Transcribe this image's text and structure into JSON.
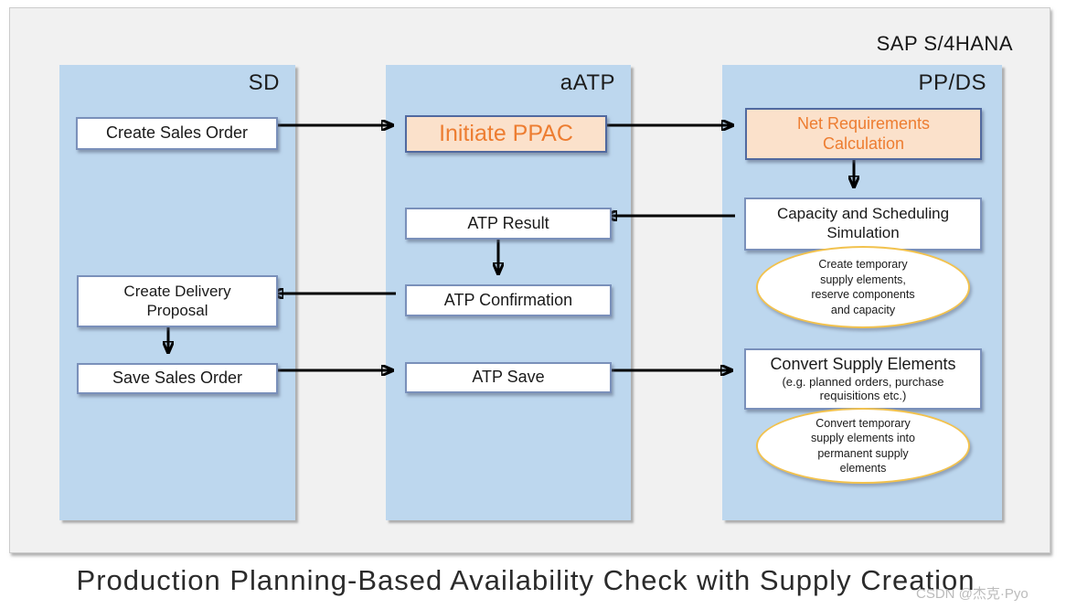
{
  "header": {
    "system_label": "SAP S/4HANA"
  },
  "lanes": [
    {
      "label": "SD"
    },
    {
      "label": "aATP"
    },
    {
      "label": "PP/DS"
    }
  ],
  "nodes": {
    "create_sales_order": "Create Sales Order",
    "initiate_ppac": "Initiate PPAC",
    "net_requirements_calculation": "Net Requirements Calculation",
    "atp_result": "ATP Result",
    "capacity_scheduling_simulation": "Capacity and Scheduling Simulation",
    "atp_confirmation": "ATP Confirmation",
    "create_delivery_proposal": "Create Delivery Proposal",
    "save_sales_order": "Save Sales Order",
    "atp_save": "ATP Save",
    "convert_supply_elements": "Convert Supply Elements",
    "convert_supply_elements_note": "(e.g. planned orders, purchase requisitions etc.)"
  },
  "annotations": {
    "temporary_supply": "Create temporary supply elements, reserve components and capacity",
    "permanent_supply": "Convert temporary supply elements into permanent supply elements"
  },
  "caption": "Production Planning-Based Availability Check with Supply Creation",
  "watermark": "CSDN @杰克·Pyo",
  "colors": {
    "lane_fill": "#BDD7EE",
    "panel_bg": "#F1F1F1",
    "highlight_fill": "#FBE1CB",
    "highlight_text": "#ED7D31",
    "box_border": "#7A90BA",
    "highlight_border": "#51699F",
    "ellipse_border": "#F2C24E",
    "arrow": "#000000"
  }
}
